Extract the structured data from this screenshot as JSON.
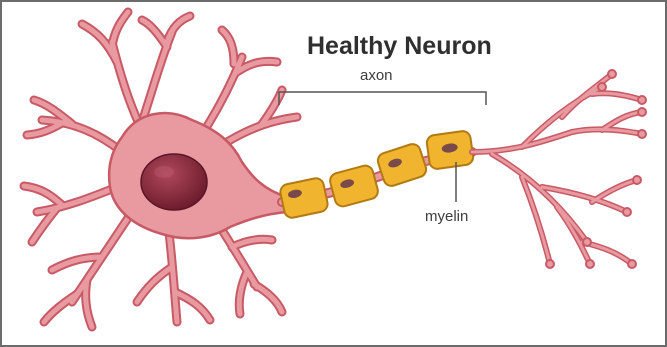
{
  "diagram": {
    "title": "Healthy Neuron",
    "labels": {
      "axon": "axon",
      "myelin": "myelin"
    },
    "colors": {
      "neuron_fill": "#e89aa0",
      "neuron_outline": "#c85a66",
      "nucleus": "#8a2a3c",
      "myelin_fill": "#f0b42e",
      "myelin_outline": "#b27a12",
      "myelin_nucleus": "#7a4a4a"
    }
  }
}
